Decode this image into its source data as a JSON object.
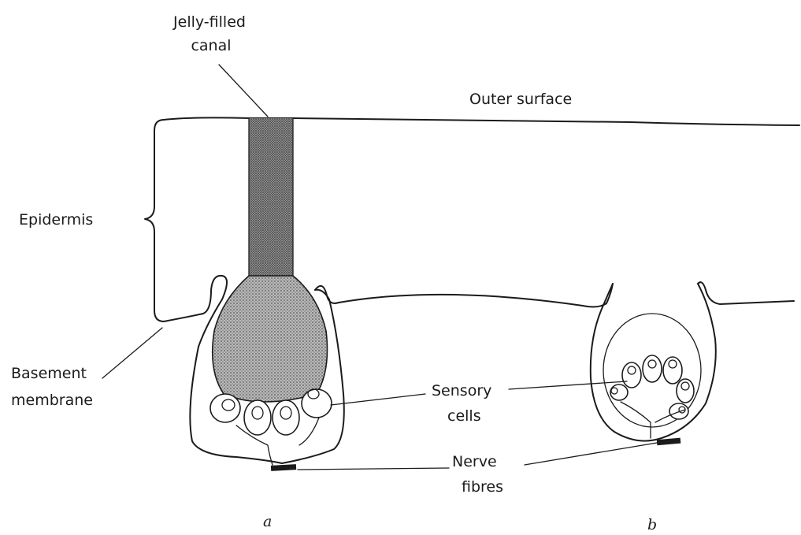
{
  "labels": {
    "jelly_canal_line1": "Jelly-filled",
    "jelly_canal_line2": "canal",
    "outer_surface": "Outer surface",
    "epidermis": "Epidermis",
    "basement_line1": "Basement",
    "basement_line2": "membrane",
    "sensory_line1": "Sensory",
    "sensory_line2": "cells",
    "nerve_line1": "Nerve",
    "nerve_line2": "fibres",
    "panel_a": "a",
    "panel_b": "b"
  },
  "colors": {
    "ink": "#1b1b1b",
    "jelly": "#8a8a8a",
    "background": "#ffffff"
  }
}
